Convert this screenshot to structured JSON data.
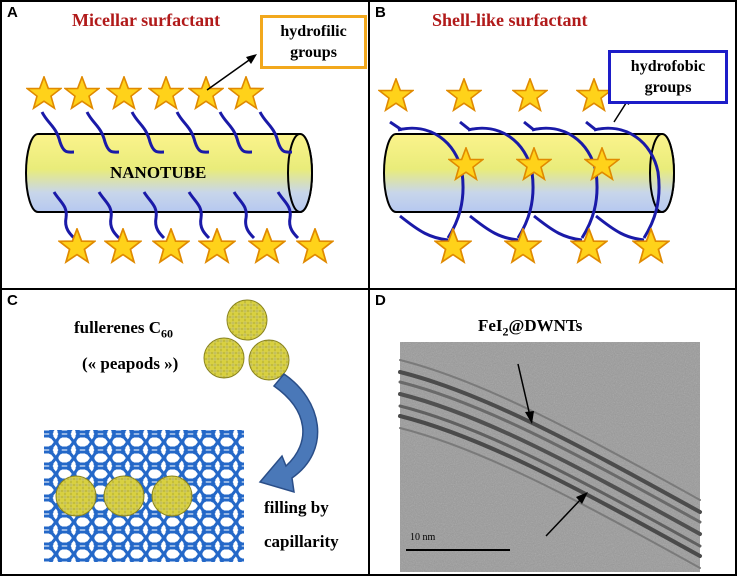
{
  "panels": {
    "a": {
      "letter": "A",
      "title": "Micellar surfactant",
      "label": "hydrofilic groups",
      "tube_label": "NANOTUBE"
    },
    "b": {
      "letter": "B",
      "title": "Shell-like surfactant",
      "label": "hydrofobic groups"
    },
    "c": {
      "letter": "C",
      "fullerene_text": "fullerenes C",
      "fullerene_sub": "60",
      "peapods": "(« peapods »)",
      "filling_line1": "filling by",
      "filling_line2": "capillarity"
    },
    "d": {
      "letter": "D",
      "title_pre": "FeI",
      "title_sub": "2",
      "title_post": "@DWNTs",
      "scale_label": "10 nm"
    }
  },
  "colors": {
    "title_red": "#b11a1a",
    "star_fill": "#ffd21a",
    "star_stroke": "#e08a00",
    "chain_blue": "#1a1aa8",
    "label_box_orange": "#f2a81d",
    "label_box_blue": "#1d1dc8",
    "arrow_blue": "#4a78b8",
    "lattice_blue": "#2468c8",
    "fullerene_yellow": "#d8d040"
  }
}
